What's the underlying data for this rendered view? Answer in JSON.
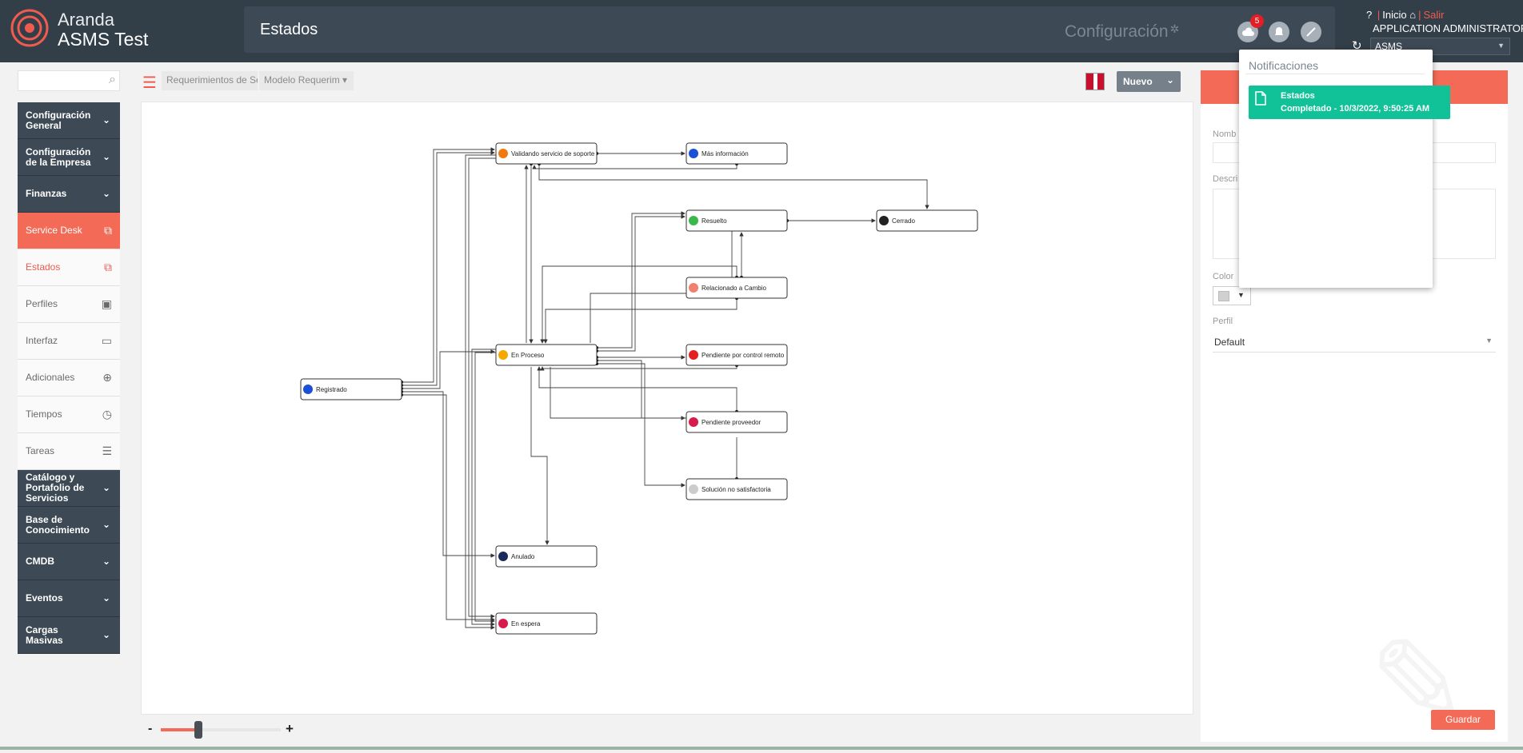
{
  "header": {
    "brand_line1": "Aranda",
    "brand_line2": "ASMS Test",
    "page_title": "Estados",
    "config_label": "Configuración",
    "notification_badge": "5",
    "inicio_label": "Inicio",
    "salir_label": "Salir",
    "user_name": "APPLICATION ADMINISTRATOR",
    "environment": "ASMS"
  },
  "sidebar": {
    "search_placeholder": "",
    "items": [
      {
        "label": "Configuración General",
        "style": "dark",
        "icon": "chevron-down-icon"
      },
      {
        "label": "Configuración de la Empresa",
        "style": "dark",
        "icon": "chevron-down-icon"
      },
      {
        "label": "Finanzas",
        "style": "dark",
        "icon": "chevron-down-icon"
      },
      {
        "label": "Service Desk",
        "style": "active",
        "icon": "copy-icon"
      },
      {
        "label": "Estados",
        "style": "selected",
        "icon": "copy-icon"
      },
      {
        "label": "Perfiles",
        "style": "light",
        "icon": "clipboard-user-icon"
      },
      {
        "label": "Interfaz",
        "style": "light",
        "icon": "monitor-icon"
      },
      {
        "label": "Adicionales",
        "style": "light",
        "icon": "plus-circle-icon"
      },
      {
        "label": "Tiempos",
        "style": "light",
        "icon": "stopwatch-icon"
      },
      {
        "label": "Tareas",
        "style": "light",
        "icon": "tasks-icon"
      },
      {
        "label": "Catálogo y Portafolio de Servicios",
        "style": "dark",
        "icon": "chevron-down-icon"
      },
      {
        "label": "Base de Conocimiento",
        "style": "dark",
        "icon": "chevron-down-icon"
      },
      {
        "label": "CMDB",
        "style": "dark",
        "icon": "chevron-down-icon"
      },
      {
        "label": "Eventos",
        "style": "dark",
        "icon": "chevron-down-icon"
      },
      {
        "label": "Cargas Masivas",
        "style": "dark",
        "icon": "chevron-down-icon"
      }
    ]
  },
  "toolbar": {
    "crumb1": "Requerimientos de Se",
    "crumb2": "Modelo Requerim",
    "nuevo_label": "Nuevo"
  },
  "diagram": {
    "nodes": [
      {
        "id": "registrado",
        "label": "Registrado",
        "color": "#1a4fd8"
      },
      {
        "id": "validando",
        "label": "Validando servicio de soporte",
        "color": "#f07a10"
      },
      {
        "id": "masinfo",
        "label": "Más información",
        "color": "#1a4fd8"
      },
      {
        "id": "resuelto",
        "label": "Resuelto",
        "color": "#3bb84a"
      },
      {
        "id": "cerrado",
        "label": "Cerrado",
        "color": "#222222"
      },
      {
        "id": "relacionado",
        "label": "Relacionado a Cambio",
        "color": "#f08070"
      },
      {
        "id": "enproceso",
        "label": "En Proceso",
        "color": "#f5a800"
      },
      {
        "id": "pendcontrol",
        "label": "Pendiente por control remoto",
        "color": "#e52020"
      },
      {
        "id": "pendprov",
        "label": "Pendiente proveedor",
        "color": "#d81b4a"
      },
      {
        "id": "solucion",
        "label": "Solución no satisfactoria",
        "color": "#cccccc"
      },
      {
        "id": "anulado",
        "label": "Anulado",
        "color": "#1a2a5a"
      },
      {
        "id": "enespera",
        "label": "En espera",
        "color": "#d81b4a"
      }
    ]
  },
  "right_panel": {
    "label_nombre": "Nomb",
    "label_descripcion": "Descri",
    "label_color": "Color",
    "label_perfil": "Perfil",
    "perfil_value": "Default",
    "save_label": "Guardar",
    "accent": "#f36b57"
  },
  "notifications": {
    "title": "Notificaciones",
    "items": [
      {
        "title": "Estados",
        "detail": "Completado - 10/3/2022, 9:50:25 AM",
        "color": "#11c298"
      }
    ]
  }
}
